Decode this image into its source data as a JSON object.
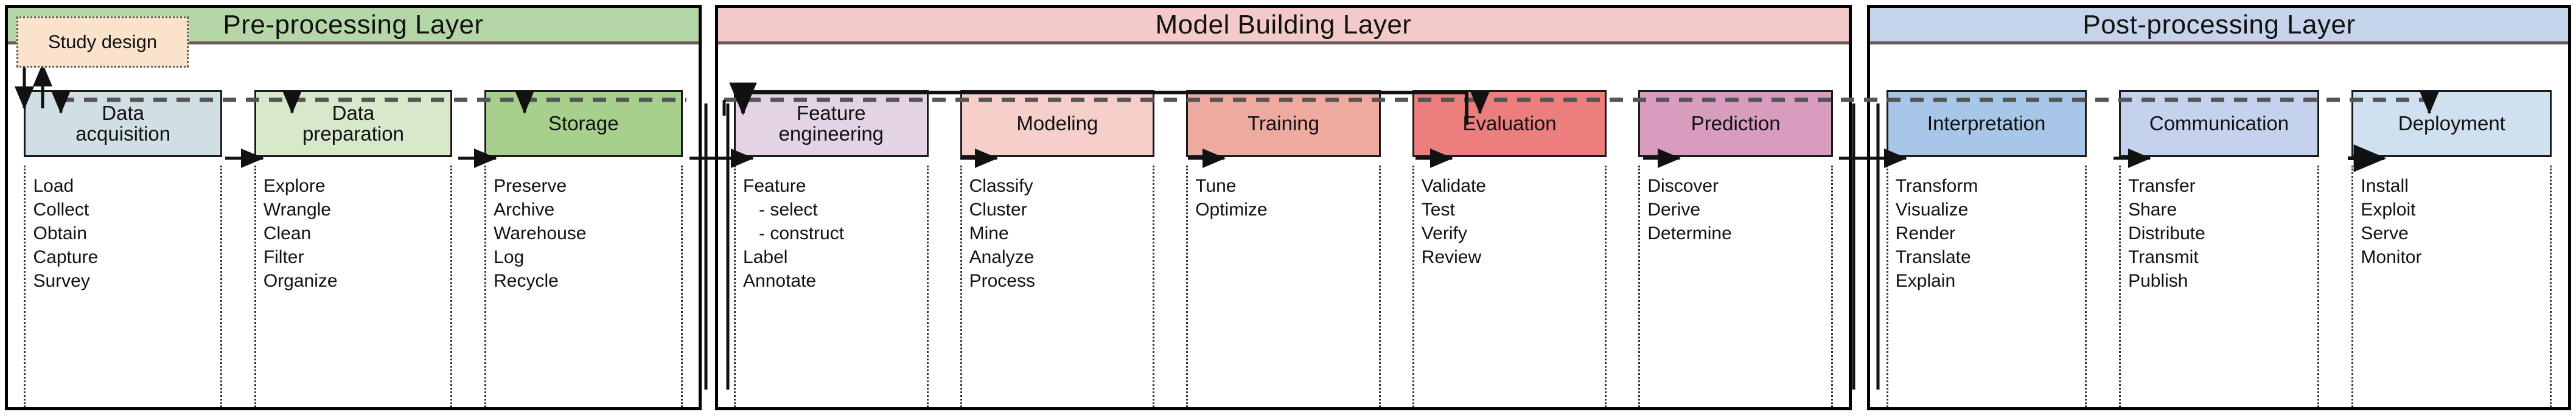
{
  "diagram": {
    "title": "Data science process layered workflow",
    "study_design": {
      "label": "Study design"
    },
    "layers": [
      {
        "id": "pre-processing",
        "title": "Pre-processing Layer",
        "header_color": "#b5d6a7",
        "columns": [
          {
            "stage": "Data acquisition",
            "stage_line1": "Data",
            "stage_line2": "acquisition",
            "box_color": "#cfdfe3",
            "items": [
              "Load",
              "Collect",
              "Obtain",
              "Capture",
              "Survey"
            ]
          },
          {
            "stage": "Data preparation",
            "stage_line1": "Data",
            "stage_line2": "preparation",
            "box_color": "#d8e8cb",
            "items": [
              "Explore",
              "Wrangle",
              "Clean",
              "Filter",
              "Organize"
            ]
          },
          {
            "stage": "Storage",
            "stage_line1": "Storage",
            "stage_line2": "",
            "box_color": "#a8d08d",
            "items": [
              "Preserve",
              "Archive",
              "Warehouse",
              "Log",
              "Recycle"
            ]
          }
        ]
      },
      {
        "id": "model-building",
        "title": "Model Building Layer",
        "header_color": "#f4c9c9",
        "columns": [
          {
            "stage": "Feature engineering",
            "stage_line1": "Feature",
            "stage_line2": "engineering",
            "box_color": "#e4d3e4",
            "items": [
              "Feature",
              "- select",
              "- construct",
              "Label",
              "Annotate"
            ],
            "sub_items": [
              false,
              true,
              true,
              false,
              false
            ]
          },
          {
            "stage": "Modeling",
            "stage_line1": "Modeling",
            "stage_line2": "",
            "box_color": "#f6cfcb",
            "items": [
              "Classify",
              "Cluster",
              "Mine",
              "Analyze",
              "Process"
            ]
          },
          {
            "stage": "Training",
            "stage_line1": "Training",
            "stage_line2": "",
            "box_color": "#eeaa9e",
            "items": [
              "Tune",
              "Optimize"
            ]
          },
          {
            "stage": "Evaluation",
            "stage_line1": "Evaluation",
            "stage_line2": "",
            "box_color": "#ec7e7e",
            "items": [
              "Validate",
              "Test",
              "Verify",
              "Review"
            ]
          },
          {
            "stage": "Prediction",
            "stage_line1": "Prediction",
            "stage_line2": "",
            "box_color": "#d79cbe",
            "items": [
              "Discover",
              "Derive",
              "Determine"
            ]
          }
        ]
      },
      {
        "id": "post-processing",
        "title": "Post-processing Layer",
        "header_color": "#c5d4ea",
        "columns": [
          {
            "stage": "Interpretation",
            "stage_line1": "Interpretation",
            "stage_line2": "",
            "box_color": "#a8c6e8",
            "items": [
              "Transform",
              "Visualize",
              "Render",
              "Translate",
              "Explain"
            ]
          },
          {
            "stage": "Communication",
            "stage_line1": "Communication",
            "stage_line2": "",
            "box_color": "#c5d2ee",
            "items": [
              "Transfer",
              "Share",
              "Distribute",
              "Transmit",
              "Publish"
            ]
          },
          {
            "stage": "Deployment",
            "stage_line1": "Deployment",
            "stage_line2": "",
            "box_color": "#cfe0f0",
            "items": [
              "Install",
              "Exploit",
              "Serve",
              "Monitor"
            ]
          }
        ]
      }
    ]
  }
}
